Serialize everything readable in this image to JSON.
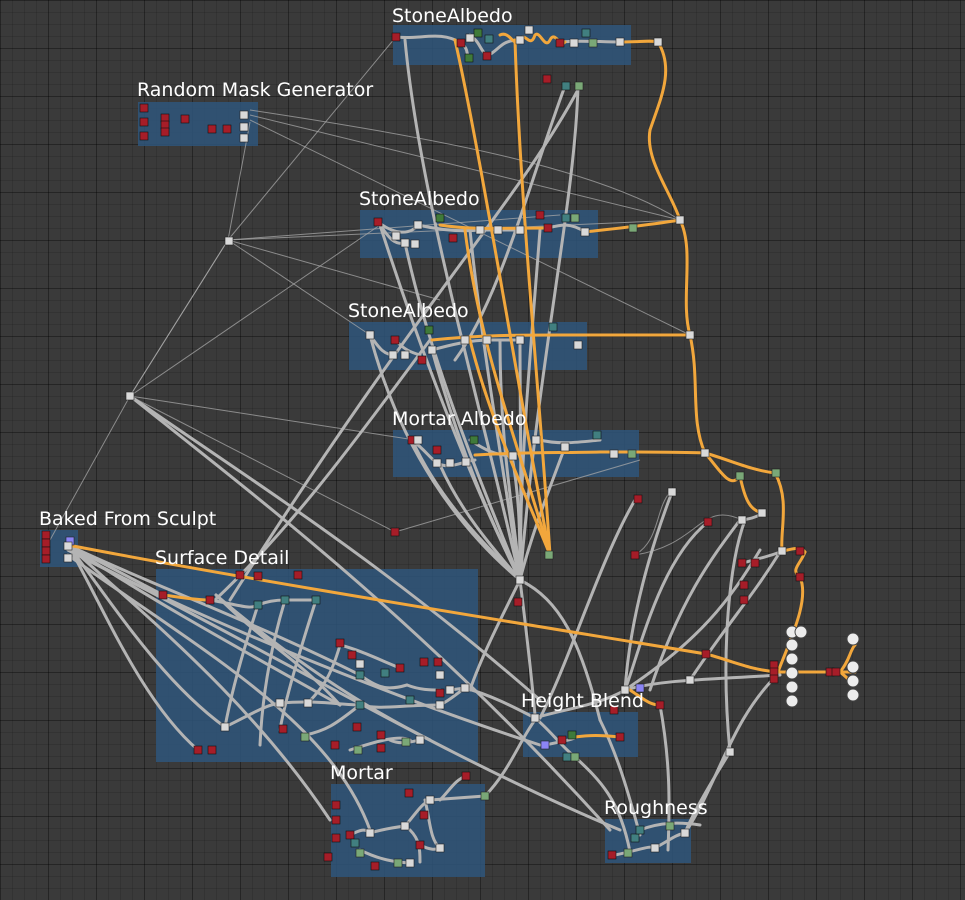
{
  "frames": [
    {
      "id": "stone-albedo-1",
      "title": "StoneAlbedo"
    },
    {
      "id": "random-mask-generator",
      "title": "Random Mask Generator"
    },
    {
      "id": "stone-albedo-2",
      "title": "StoneAlbedo"
    },
    {
      "id": "stone-albedo-3",
      "title": "StoneAlbedo"
    },
    {
      "id": "mortar-albedo",
      "title": "Mortar Albedo"
    },
    {
      "id": "baked-from-sculpt",
      "title": "Baked From Sculpt"
    },
    {
      "id": "surface-detail",
      "title": "Surface Detail"
    },
    {
      "id": "height-blend",
      "title": "Height Blend"
    },
    {
      "id": "mortar",
      "title": "Mortar"
    },
    {
      "id": "roughness",
      "title": "Roughness"
    }
  ],
  "colors": {
    "canvas": "#3a3a3a",
    "frame": "#2f5479",
    "wire": "#b4b4b4",
    "wire_highlight": "#f2a73c",
    "node_red": "#a61d28",
    "node_gray": "#d9d9d9",
    "node_green": "#7aa877",
    "node_teal": "#417f80",
    "node_blue": "#8b85f5"
  },
  "icons": [
    "output-node-icon"
  ]
}
